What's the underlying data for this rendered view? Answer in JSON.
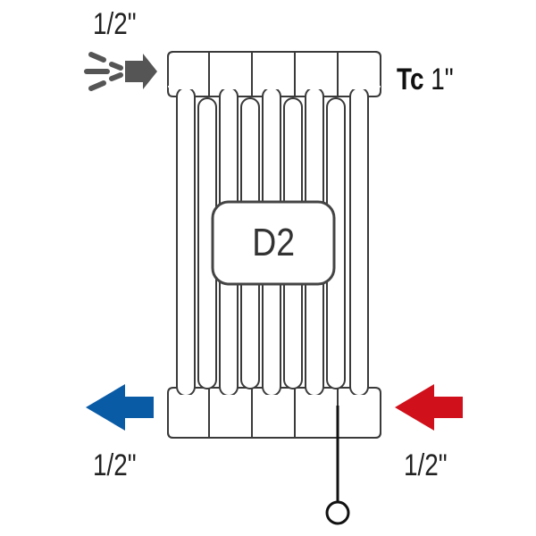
{
  "labels": {
    "vent_size": "1/2\"",
    "tc_prefix": "Tc",
    "tc_size": "1\"",
    "model": "D2",
    "outlet_size": "1/2\"",
    "inlet_size": "1/2\""
  },
  "icons": {
    "vent": "air-vent-spray-icon",
    "outlet": "blue-outlet-arrow-icon",
    "inlet": "red-inlet-arrow-icon",
    "plug": "drain-plug-icon"
  },
  "colors": {
    "outline": "#3a3a3a",
    "vent_icon": "#555555",
    "outlet_arrow": "#0a5ba6",
    "inlet_arrow": "#d0101b",
    "text": "#222222"
  }
}
